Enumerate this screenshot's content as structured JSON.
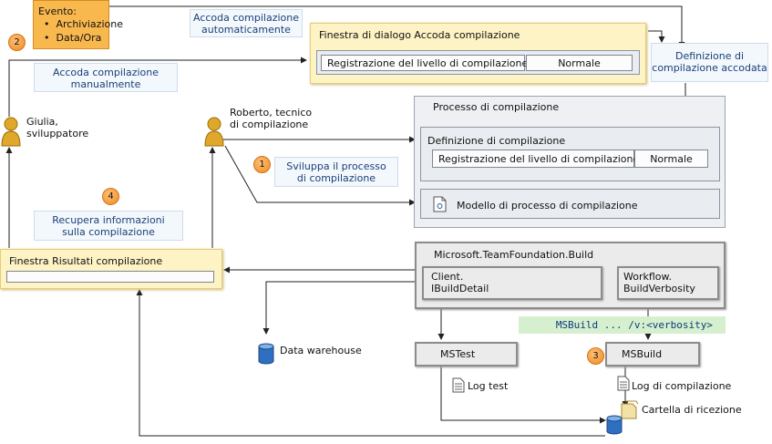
{
  "event_box": {
    "title": "Evento:",
    "items": [
      "Archiviazione",
      "Data/Ora"
    ]
  },
  "steps": [
    "1",
    "2",
    "3",
    "4"
  ],
  "notes": {
    "auto_queue": "Accoda compilazione automaticamente",
    "manual_queue": "Accoda compilazione manualmente",
    "develop_process": "Sviluppa il processo di compilazione",
    "retrieve_info": "Recupera informazioni sulla compilazione"
  },
  "queue_dialog": {
    "title": "Finestra di dialogo Accoda compilazione",
    "row_label": "Registrazione del livello di compilazione",
    "row_value": "Normale"
  },
  "queued_definition": "Definizione di compilazione accodata",
  "people": {
    "giulia": "Giulia, sviluppatore",
    "roberto": "Roberto, tecnico di compilazione"
  },
  "build_process": {
    "title": "Processo di compilazione",
    "definition_title": "Definizione di compilazione",
    "row_label": "Registrazione del livello di compilazione",
    "row_value": "Normale",
    "template": "Modello di processo di compilazione"
  },
  "results_window": {
    "title": "Finestra Risultati compilazione"
  },
  "tfs_build": {
    "title": "Microsoft.TeamFoundation.Build",
    "client": "Client. IBuildDetail",
    "workflow": "Workflow. BuildVerbosity"
  },
  "msbuild_cmd": "MSBuild ... /v:<verbosity>",
  "data_warehouse": "Data warehouse",
  "mstest": "MSTest",
  "msbuild": "MSBuild",
  "log_test": "Log test",
  "log_build": "Log di compilazione",
  "drop_folder": "Cartella di ricezione"
}
